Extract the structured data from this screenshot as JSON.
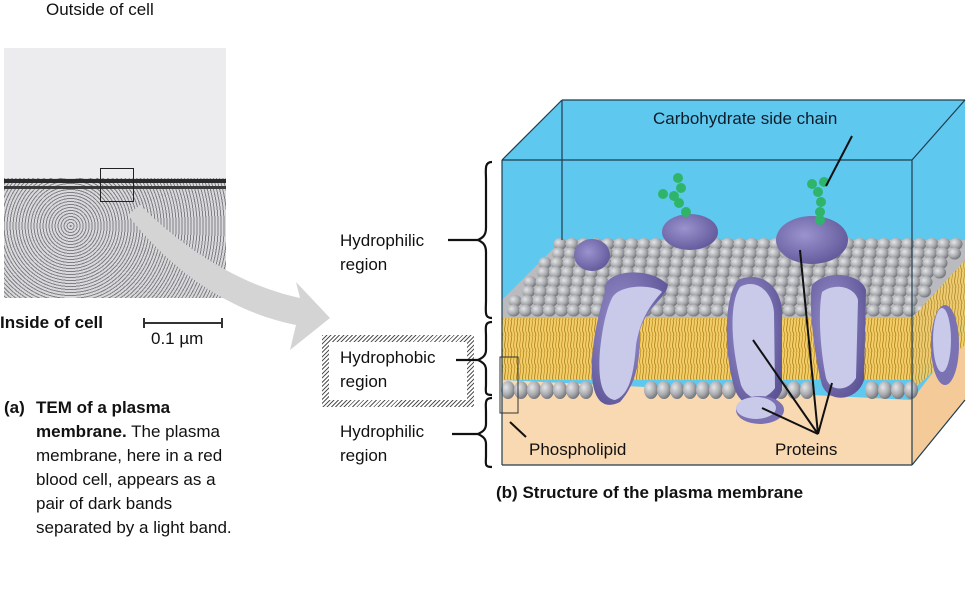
{
  "panel_a": {
    "outside_label": "Outside of cell",
    "inside_label": "Inside of cell",
    "scale_label": "0.1 µm",
    "caption_tag": "(a)",
    "caption_bold": "TEM of a plasma membrane.",
    "caption_text": "The plasma membrane, here in a red blood cell, appears as a pair of dark bands separated by a light band."
  },
  "panel_b": {
    "regions": [
      {
        "line1": "Hydrophilic",
        "line2": "region"
      },
      {
        "line1": "Hydrophobic",
        "line2": "region"
      },
      {
        "line1": "Hydrophilic",
        "line2": "region"
      }
    ],
    "carbohydrate_label": "Carbohydrate side chain",
    "phospholipid_label": "Phospholipid",
    "proteins_label": "Proteins",
    "caption_tag": "(b)",
    "caption_title": "Structure of the plasma membrane"
  },
  "colors": {
    "extracellular": "#5ec8ee",
    "cytoplasm": "#f9d9b1",
    "head_group": "#a8aaae",
    "tail": "#e9b94a",
    "protein_light": "#c9c9ea",
    "protein_dark": "#7b72b4",
    "carbohydrate": "#2fb56a",
    "arrow": "#d4d4d4"
  }
}
